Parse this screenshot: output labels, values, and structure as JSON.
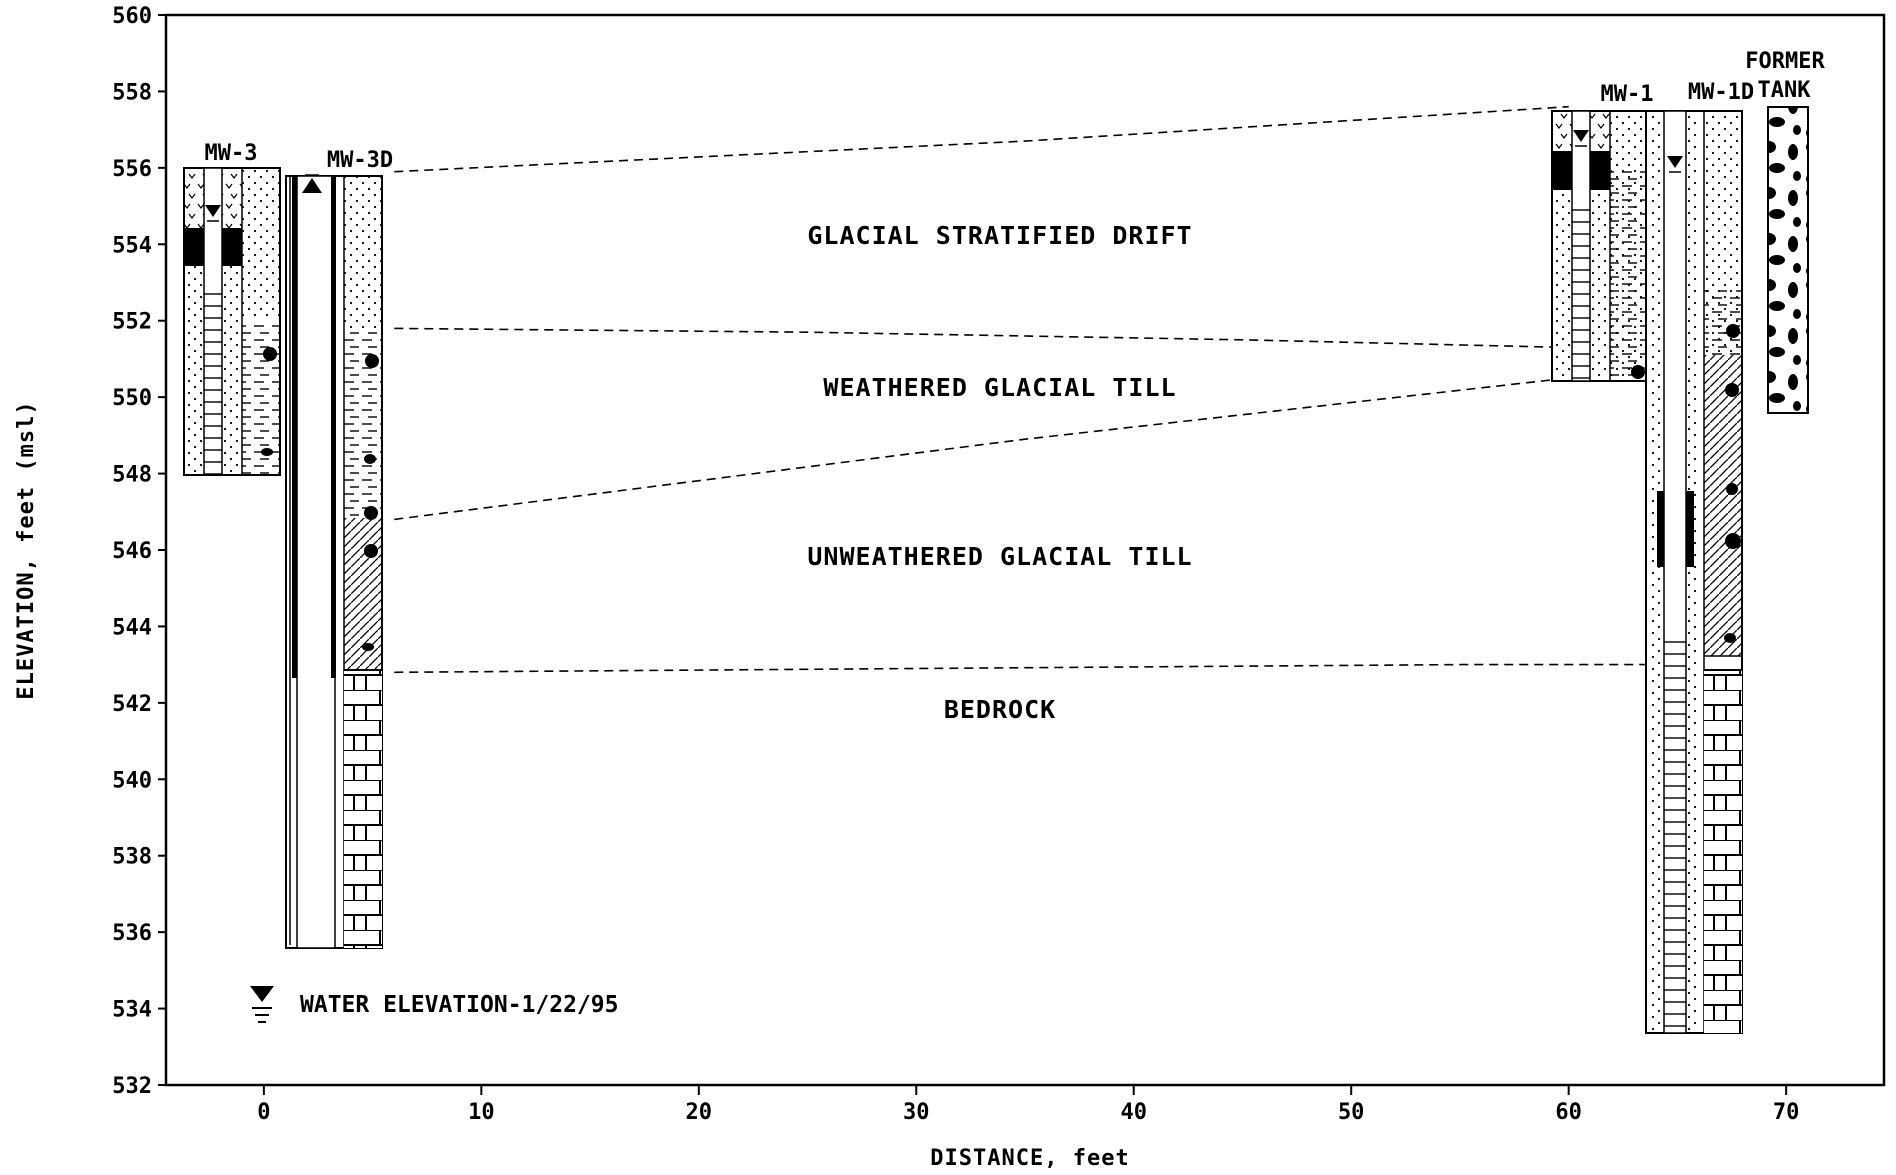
{
  "chart_data": {
    "type": "cross-section",
    "xlabel": "DISTANCE, feet",
    "ylabel": "ELEVATION, feet (msl)",
    "xlim": [
      -4.5,
      74.5
    ],
    "ylim": [
      532,
      560
    ],
    "x_ticks": [
      0,
      10,
      20,
      30,
      40,
      50,
      60,
      70
    ],
    "y_ticks": [
      560,
      558,
      556,
      554,
      552,
      550,
      548,
      546,
      544,
      542,
      540,
      538,
      536,
      534,
      532
    ],
    "units": [
      {
        "label": "GLACIAL STRATIFIED DRIFT",
        "x": 34,
        "y": 554.3
      },
      {
        "label": "WEATHERED GLACIAL TILL",
        "x": 34,
        "y": 550.3
      },
      {
        "label": "UNWEATHERED GLACIAL TILL",
        "x": 34,
        "y": 545.8
      },
      {
        "label": "BEDROCK",
        "x": 34,
        "y": 541.8
      }
    ],
    "contacts": [
      {
        "name": "surface",
        "points": [
          [
            6,
            555.9
          ],
          [
            35,
            556.7
          ],
          [
            60,
            557.6
          ]
        ]
      },
      {
        "name": "drift-weathered till",
        "points": [
          [
            6,
            551.8
          ],
          [
            25,
            551.7
          ],
          [
            45,
            551.5
          ],
          [
            60,
            551.3
          ]
        ]
      },
      {
        "name": "weathered-unweathered till",
        "points": [
          [
            6,
            546.8
          ],
          [
            35,
            548.9
          ],
          [
            60,
            550.5
          ],
          [
            63.5,
            550.5
          ]
        ]
      },
      {
        "name": "till-bedrock",
        "points": [
          [
            6,
            542.8
          ],
          [
            30,
            542.9
          ],
          [
            55,
            543.0
          ],
          [
            63.5,
            543.0
          ]
        ]
      }
    ],
    "wells": [
      {
        "name": "MW-3",
        "x_range": [
          -3.5,
          1
        ],
        "top": 556,
        "bottom": 548,
        "water_level": 555
      },
      {
        "name": "MW-3D",
        "x_range": [
          1,
          6
        ],
        "top": 555.8,
        "bottom": 535.5,
        "water_level": 555.8
      },
      {
        "name": "MW-1",
        "x_range": [
          59.5,
          64
        ],
        "top": 557.5,
        "bottom": 550.5,
        "water_level": 557.1
      },
      {
        "name": "MW-1D",
        "x_range": [
          63.8,
          67.9
        ],
        "top": 557.5,
        "bottom": 533.3,
        "water_level": 556.2
      },
      {
        "name": "FORMER TANK",
        "x_range": [
          69.3,
          71.1
        ],
        "top": 557.6,
        "bottom": 549.6
      }
    ],
    "legend": {
      "label": "WATER ELEVATION-1/22/95",
      "x": 0,
      "y": 534.1
    }
  },
  "well_labels": {
    "mw3": "MW-3",
    "mw3d": "MW-3D",
    "mw1": "MW-1",
    "mw1d": "MW-1D",
    "tank_line1": "FORMER",
    "tank_line2": "TANK"
  },
  "labels": {
    "ylabel": "ELEVATION, feet (msl)",
    "xlabel": "DISTANCE, feet",
    "legend": "WATER ELEVATION-1/22/95",
    "unit_drift": "GLACIAL STRATIFIED DRIFT",
    "unit_wtill": "WEATHERED GLACIAL TILL",
    "unit_utill": "UNWEATHERED GLACIAL TILL",
    "unit_bedrock": "BEDROCK"
  }
}
